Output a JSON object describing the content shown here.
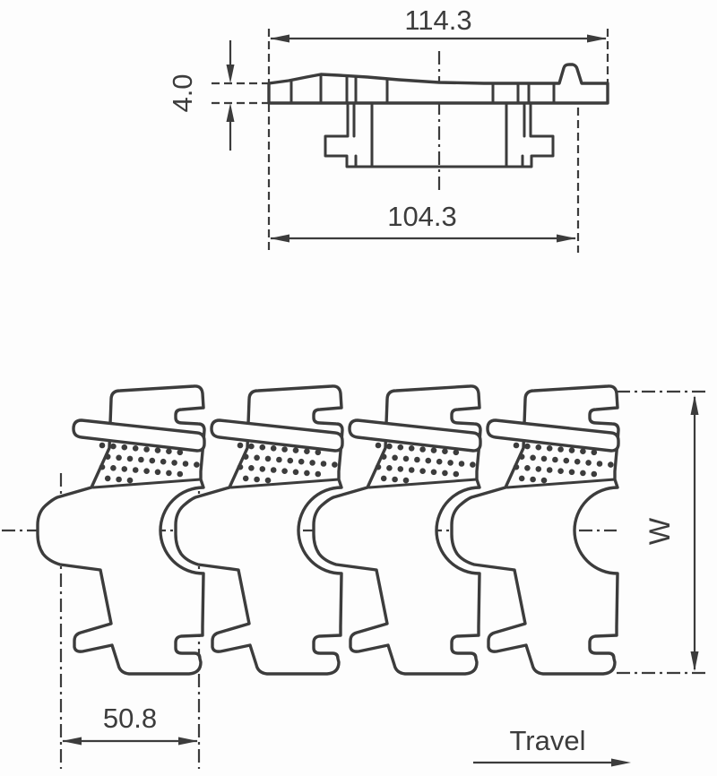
{
  "drawing": {
    "background": "#fdfdfd",
    "line_color": "#3c3c3c",
    "side_view": {
      "dim_overall_width": "114.3",
      "dim_thickness": "4.0",
      "dim_base_width": "104.3"
    },
    "plan_view": {
      "dim_pitch": "50.8",
      "dim_width_label": "W",
      "travel_label": "Travel",
      "link_count": 4
    }
  }
}
